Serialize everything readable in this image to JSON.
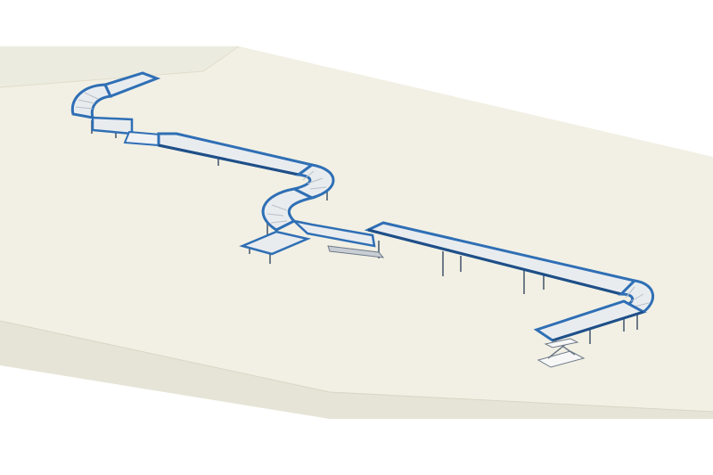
{
  "scene": {
    "subject": "conveyor-layout-render",
    "colors": {
      "background": "#ffffff",
      "floor_top": "#f2f0e4",
      "floor_top_far": "#ecebdf",
      "floor_side": "#e6e4d6",
      "floor_edge": "#d9d6c6",
      "frame_blue": "#2f6fb5",
      "frame_blue_dark": "#1f4f87",
      "roller_deck": "#e9ecef",
      "roller_line": "#b9c0c8",
      "leg_grey": "#6d7a88",
      "lift_white": "#f7f7f7"
    },
    "components": [
      {
        "id": "curve-top-left",
        "kind": "curved-roller-conveyor"
      },
      {
        "id": "belt-top",
        "kind": "belt-conveyor"
      },
      {
        "id": "straight-long-1",
        "kind": "roller-conveyor"
      },
      {
        "id": "curve-s-upper",
        "kind": "curved-roller-conveyor"
      },
      {
        "id": "curve-s-lower",
        "kind": "curved-roller-conveyor"
      },
      {
        "id": "spur-left",
        "kind": "roller-conveyor"
      },
      {
        "id": "belt-middle",
        "kind": "belt-conveyor"
      },
      {
        "id": "straight-long-2",
        "kind": "roller-conveyor"
      },
      {
        "id": "curve-right",
        "kind": "curved-roller-conveyor"
      },
      {
        "id": "end-section",
        "kind": "roller-conveyor"
      },
      {
        "id": "scissor-lift",
        "kind": "lift-table"
      }
    ]
  }
}
